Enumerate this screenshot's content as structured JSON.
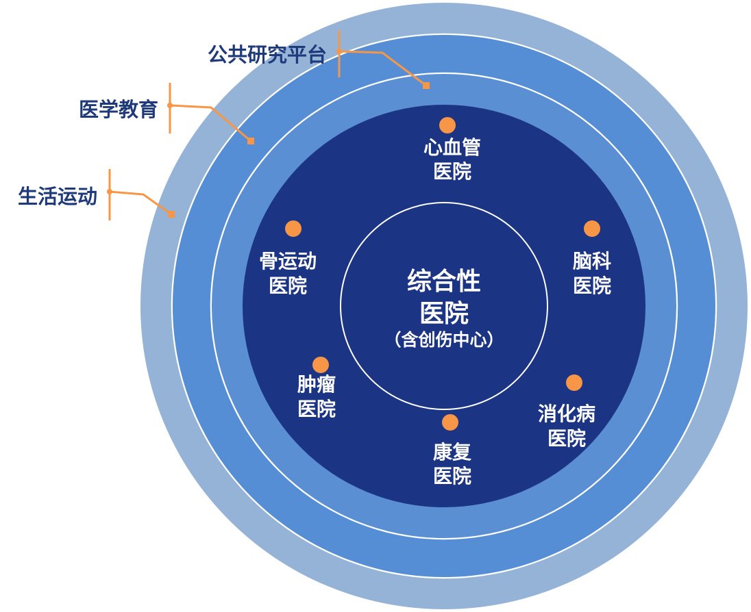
{
  "colors": {
    "ring_outer": "#95b3d7",
    "ring_middle": "#558ed5",
    "ring_inner": "#5b8fd3",
    "core": "#1b3483",
    "ring_line": "#ffffff",
    "accent": "#f79646",
    "side_text": "#1f3a7a",
    "inner_text": "#ffffff"
  },
  "layers": [
    {
      "label": "公共研究平台"
    },
    {
      "label": "医学教育"
    },
    {
      "label": "生活运动"
    }
  ],
  "center": {
    "line1": "综合性",
    "line2": "医院",
    "sub": "（含创伤中心）"
  },
  "hospitals": [
    {
      "line1": "心血管",
      "line2": "医院"
    },
    {
      "line1": "脑科",
      "line2": "医院"
    },
    {
      "line1": "消化病",
      "line2": "医院"
    },
    {
      "line1": "康复",
      "line2": "医院"
    },
    {
      "line1": "肿瘤",
      "line2": "医院"
    },
    {
      "line1": "骨运动",
      "line2": "医院"
    }
  ]
}
